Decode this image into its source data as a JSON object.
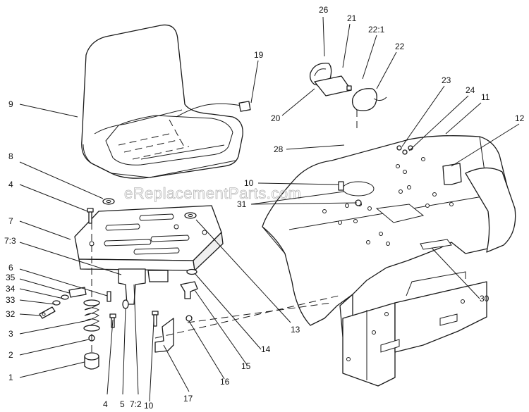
{
  "watermark": "eReplacementParts.com",
  "callouts": [
    {
      "id": "26",
      "label": "26"
    },
    {
      "id": "21",
      "label": "21"
    },
    {
      "id": "22-1",
      "label": "22:1"
    },
    {
      "id": "22",
      "label": "22"
    },
    {
      "id": "19",
      "label": "19"
    },
    {
      "id": "9",
      "label": "9"
    },
    {
      "id": "23",
      "label": "23"
    },
    {
      "id": "24",
      "label": "24"
    },
    {
      "id": "11",
      "label": "11"
    },
    {
      "id": "12",
      "label": "12"
    },
    {
      "id": "20",
      "label": "20"
    },
    {
      "id": "28",
      "label": "28"
    },
    {
      "id": "8",
      "label": "8"
    },
    {
      "id": "10-top",
      "label": "10"
    },
    {
      "id": "4-left",
      "label": "4"
    },
    {
      "id": "31",
      "label": "31"
    },
    {
      "id": "7",
      "label": "7"
    },
    {
      "id": "7-3",
      "label": "7:3"
    },
    {
      "id": "6",
      "label": "6"
    },
    {
      "id": "35",
      "label": "35"
    },
    {
      "id": "34",
      "label": "34"
    },
    {
      "id": "33",
      "label": "33"
    },
    {
      "id": "32",
      "label": "32"
    },
    {
      "id": "3",
      "label": "3"
    },
    {
      "id": "2",
      "label": "2"
    },
    {
      "id": "1",
      "label": "1"
    },
    {
      "id": "30",
      "label": "30"
    },
    {
      "id": "13",
      "label": "13"
    },
    {
      "id": "14",
      "label": "14"
    },
    {
      "id": "15",
      "label": "15"
    },
    {
      "id": "16",
      "label": "16"
    },
    {
      "id": "17",
      "label": "17"
    },
    {
      "id": "4-bottom",
      "label": "4"
    },
    {
      "id": "5",
      "label": "5"
    },
    {
      "id": "7-2",
      "label": "7:2"
    },
    {
      "id": "10-bottom",
      "label": "10"
    }
  ]
}
